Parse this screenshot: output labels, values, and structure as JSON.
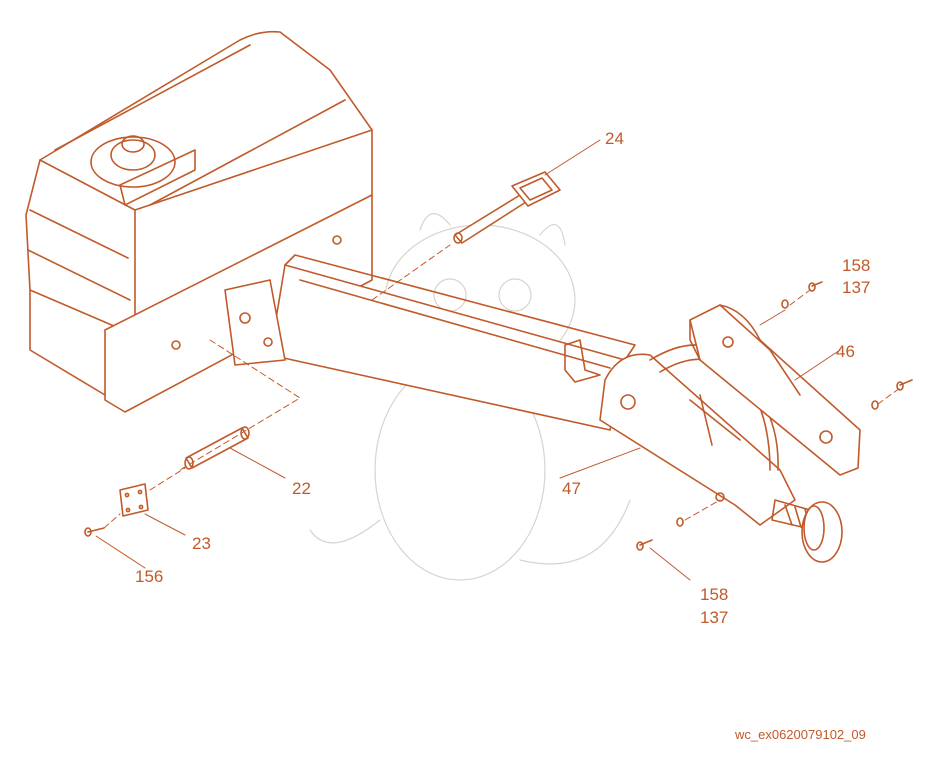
{
  "diagram": {
    "callouts": {
      "c24": "24",
      "c158_top": "158",
      "c137_top": "137",
      "c46": "46",
      "c22": "22",
      "c47": "47",
      "c23": "23",
      "c156": "156",
      "c158_bottom": "158",
      "c137_bottom": "137"
    },
    "drawing_code": "wc_ex0620079102_09",
    "colors": {
      "line": "#c15a2a",
      "fill": "#ffffff",
      "watermark": "#d8d4cc"
    }
  }
}
